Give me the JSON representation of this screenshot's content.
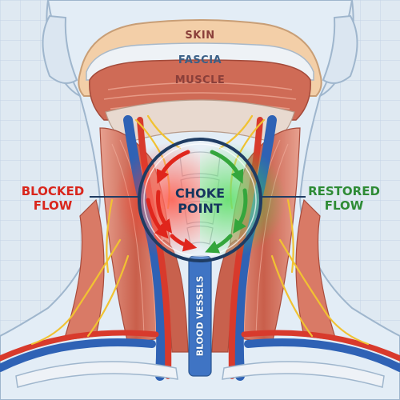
{
  "labels": {
    "skin": "SKIN",
    "fascia": "FASCIA",
    "muscle": "MUSCLE",
    "blocked_line1": "BLOCKED",
    "blocked_line2": "FLOW",
    "restored_line1": "RESTORED",
    "restored_line2": "FLOW",
    "choke_line1": "CHOKE",
    "choke_line2": "POINT",
    "vessels": "BLOOD VESSELS"
  },
  "colors": {
    "background": "#dfe9f2",
    "grid": "#c3d4e6",
    "skin": "#f3cfa8",
    "fascia": "#e8eef4",
    "muscle": "#cd6a55",
    "artery": "#d83a2c",
    "vein": "#2f62b5",
    "nerve": "#f1c232",
    "blocked": "#e0261c",
    "restored": "#34a63c",
    "outline": "#1f3c63"
  }
}
